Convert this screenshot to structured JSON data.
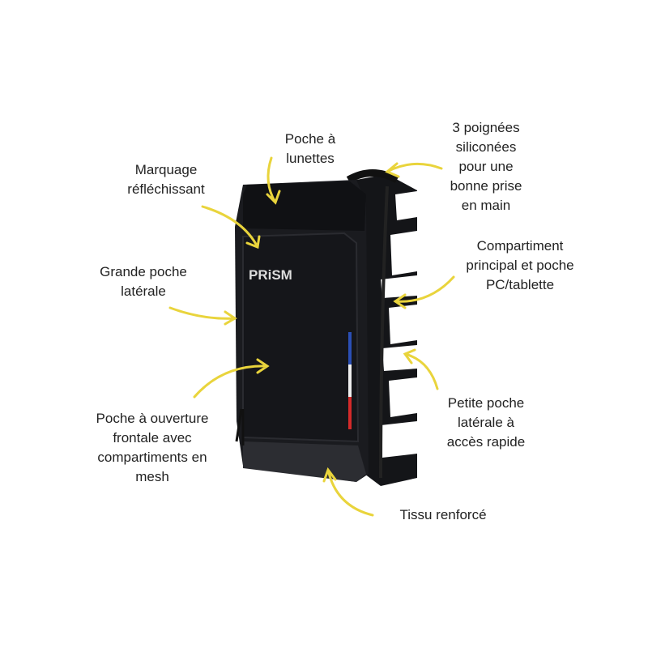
{
  "product": {
    "brand_logo": "PRiSM",
    "colors": {
      "arrow": "#e9d43c",
      "bag": "#141518",
      "side_print": "#ffffff",
      "flag_blue": "#2b4fb5",
      "flag_red": "#d42a2a"
    }
  },
  "annotations": [
    {
      "id": "glasses-pocket",
      "lines": [
        "Poche à",
        "lunettes"
      ]
    },
    {
      "id": "reflective-marking",
      "lines": [
        "Marquage",
        "réfléchissant"
      ]
    },
    {
      "id": "handles",
      "lines": [
        "3 poignées",
        "siliconées",
        "pour une",
        "bonne prise",
        "en main"
      ]
    },
    {
      "id": "main-compartment",
      "lines": [
        "Compartiment",
        "principal et poche",
        "PC/tablette"
      ]
    },
    {
      "id": "large-side-pocket",
      "lines": [
        "Grande poche",
        "latérale"
      ]
    },
    {
      "id": "front-pocket",
      "lines": [
        "Poche à ouverture",
        "frontale avec",
        "compartiments en",
        "mesh"
      ]
    },
    {
      "id": "small-side-pocket",
      "lines": [
        "Petite poche",
        "latérale à",
        "accès rapide"
      ]
    },
    {
      "id": "reinforced-fabric",
      "lines": [
        "Tissu renforcé"
      ]
    }
  ]
}
